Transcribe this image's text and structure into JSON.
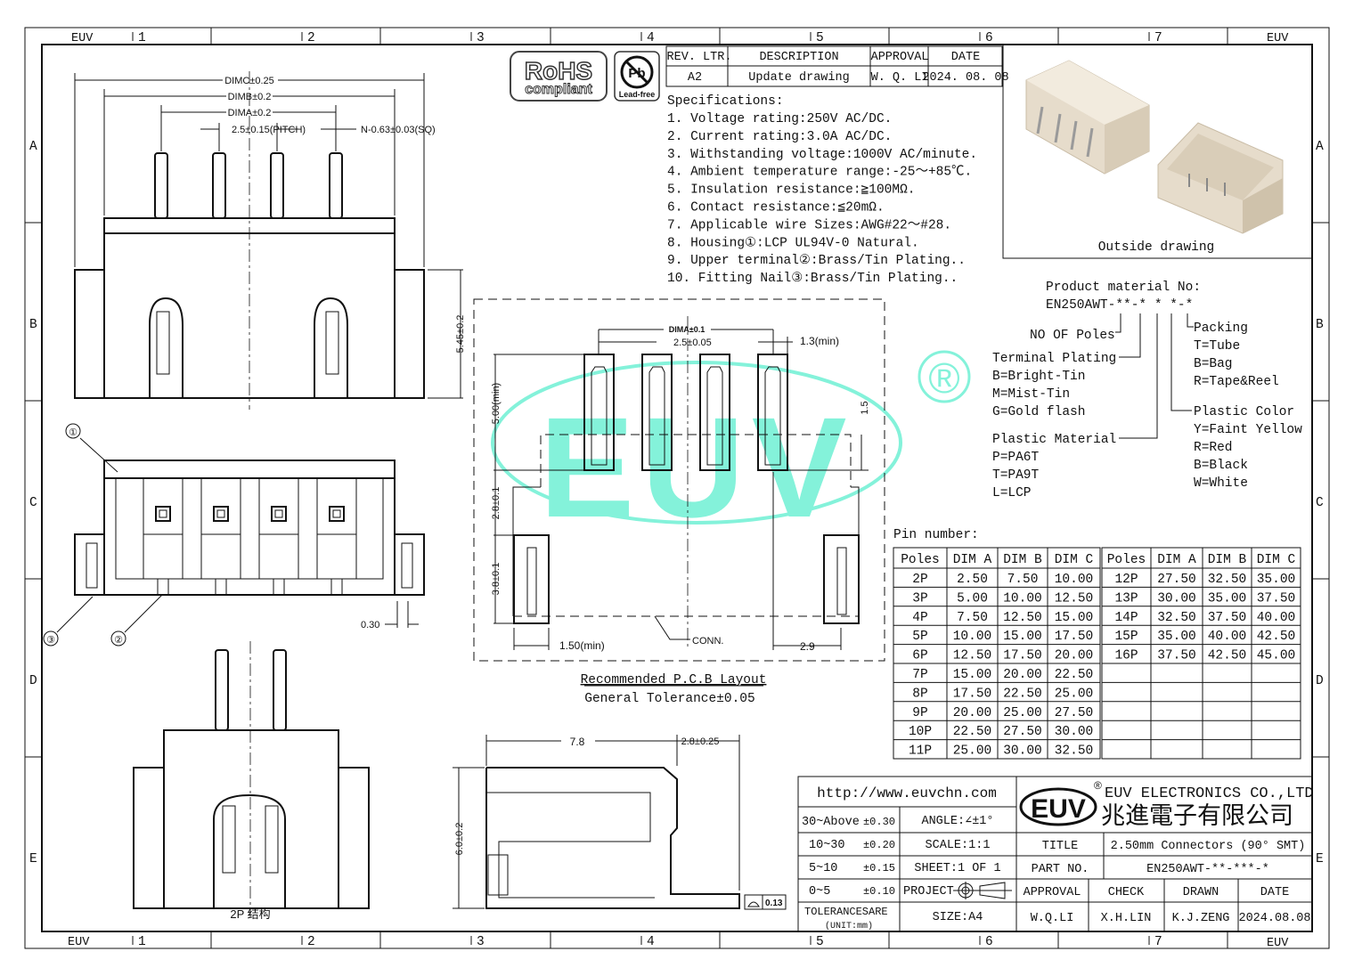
{
  "frame": {
    "col_labels": [
      "1",
      "2",
      "3",
      "4",
      "5",
      "6",
      "7"
    ],
    "row_labels": [
      "A",
      "B",
      "C",
      "D",
      "E"
    ],
    "corner_label": "EUV"
  },
  "revision": {
    "headers": [
      "REV. LTR.",
      "DESCRIPTION",
      "APPROVAL",
      "DATE"
    ],
    "row": [
      "A2",
      "Update drawing",
      "W. Q. LI",
      "2024. 08. 08"
    ]
  },
  "logos": {
    "rohs": "RoHS",
    "rohs_sub": "compliant",
    "pb": "Pb",
    "pb_sub": "Lead-free",
    "watermark": "EUV",
    "registered": "®"
  },
  "specifications": {
    "title": "Specifications:",
    "items": [
      "1. Voltage rating:250V AC/DC.",
      "2. Current rating:3.0A AC/DC.",
      "3. Withstanding voltage:1000V AC/minute.",
      "4. Ambient temperature range:-25～+85℃.",
      "5. Insulation resistance:≧100MΩ.",
      "6. Contact resistance:≦20mΩ.",
      "7. Applicable wire Sizes:AWG#22～#28.",
      "8. Housing①:LCP UL94V-0 Natural.",
      "9. Upper terminal②:Brass/Tin Plating..",
      "10. Fitting Nail③:Brass/Tin Plating.."
    ]
  },
  "photo": {
    "caption": "Outside drawing"
  },
  "part_code": {
    "title": "Product material No:",
    "code": "EN250AWT-**-* * *-*",
    "no_of_poles": "NO OF Poles",
    "terminal_plating": {
      "label": "Terminal Plating",
      "options": [
        "B=Bright-Tin",
        "M=Mist-Tin",
        "G=Gold flash"
      ]
    },
    "plastic_material": {
      "label": "Plastic Material",
      "options": [
        "P=PA6T",
        "T=PA9T",
        "L=LCP"
      ]
    },
    "packing": {
      "label": "Packing",
      "options": [
        "T=Tube",
        "B=Bag",
        "R=Tape&Reel"
      ]
    },
    "plastic_color": {
      "label": "Plastic Color",
      "options": [
        "Y=Faint Yellow",
        "R=Red",
        "B=Black",
        "W=White"
      ]
    }
  },
  "views": {
    "dimc": "DIMC±0.25",
    "dimb": "DIMB±0.2",
    "dima": "DIMA±0.2",
    "pitch": "2.5±0.15(PITCH)",
    "pin_sq": "N-0.63±0.03(SQ)",
    "height": "5.45±0.2",
    "callout_1": "①",
    "callout_2": "②",
    "callout_3": "③",
    "nail_gap": "0.30",
    "side_label": "2P 结构",
    "side_len": "7.8",
    "side_offset": "2.8±0.25",
    "side_height": "6.0±0.2",
    "flatness": "0.13"
  },
  "pcb": {
    "dima": "DIMA±0.1",
    "pitch": "2.5±0.05",
    "pad_w": "1.3(min)",
    "pad_len": "5.00(min)",
    "gap": "1.5",
    "offset": "2.8±0.1",
    "nail_len": "3.8±0.1",
    "nail_w": "1.50(min)",
    "conn": "CONN.",
    "edge": "2.9",
    "title": "Recommended P.C.B Layout",
    "tolerance": "General Tolerance±0.05"
  },
  "pin_table": {
    "title": "Pin number:",
    "headers": [
      "Poles",
      "DIM A",
      "DIM B",
      "DIM C"
    ],
    "left_rows": [
      [
        "2P",
        "2.50",
        "7.50",
        "10.00"
      ],
      [
        "3P",
        "5.00",
        "10.00",
        "12.50"
      ],
      [
        "4P",
        "7.50",
        "12.50",
        "15.00"
      ],
      [
        "5P",
        "10.00",
        "15.00",
        "17.50"
      ],
      [
        "6P",
        "12.50",
        "17.50",
        "20.00"
      ],
      [
        "7P",
        "15.00",
        "20.00",
        "22.50"
      ],
      [
        "8P",
        "17.50",
        "22.50",
        "25.00"
      ],
      [
        "9P",
        "20.00",
        "25.00",
        "27.50"
      ],
      [
        "10P",
        "22.50",
        "27.50",
        "30.00"
      ],
      [
        "11P",
        "25.00",
        "30.00",
        "32.50"
      ]
    ],
    "right_rows": [
      [
        "12P",
        "27.50",
        "32.50",
        "35.00"
      ],
      [
        "13P",
        "30.00",
        "35.00",
        "37.50"
      ],
      [
        "14P",
        "32.50",
        "37.50",
        "40.00"
      ],
      [
        "15P",
        "35.00",
        "40.00",
        "42.50"
      ],
      [
        "16P",
        "37.50",
        "42.50",
        "45.00"
      ]
    ]
  },
  "title_block": {
    "url": "http://www.euvchn.com",
    "logo": "EUV",
    "company_en": "EUV ELECTRONICS CO.,LTD",
    "company_cn": "兆進電子有限公司",
    "tolerances": [
      [
        "30~Above",
        "±0.30"
      ],
      [
        "10~30",
        "±0.20"
      ],
      [
        "5~10",
        "±0.15"
      ],
      [
        "0~5",
        "±0.10"
      ]
    ],
    "tolerance_label": "TOLERANCESARE",
    "unit": "(UNIT:mm)",
    "angle": "ANGLE:∠±1°",
    "scale": "SCALE:1:1",
    "sheet": "SHEET:1 OF 1",
    "project": "PROJECT",
    "size": "SIZE:A4",
    "title_label": "TITLE",
    "title_value": "2.50mm Connectors (90° SMT)",
    "part_label": "PART NO.",
    "part_value": "EN250AWT-**-***-*",
    "sign_headers": [
      "APPROVAL",
      "CHECK",
      "DRAWN",
      "DATE"
    ],
    "sign_values": [
      "W.Q.LI",
      "X.H.LIN",
      "K.J.ZENG",
      "2024.08.08"
    ]
  }
}
